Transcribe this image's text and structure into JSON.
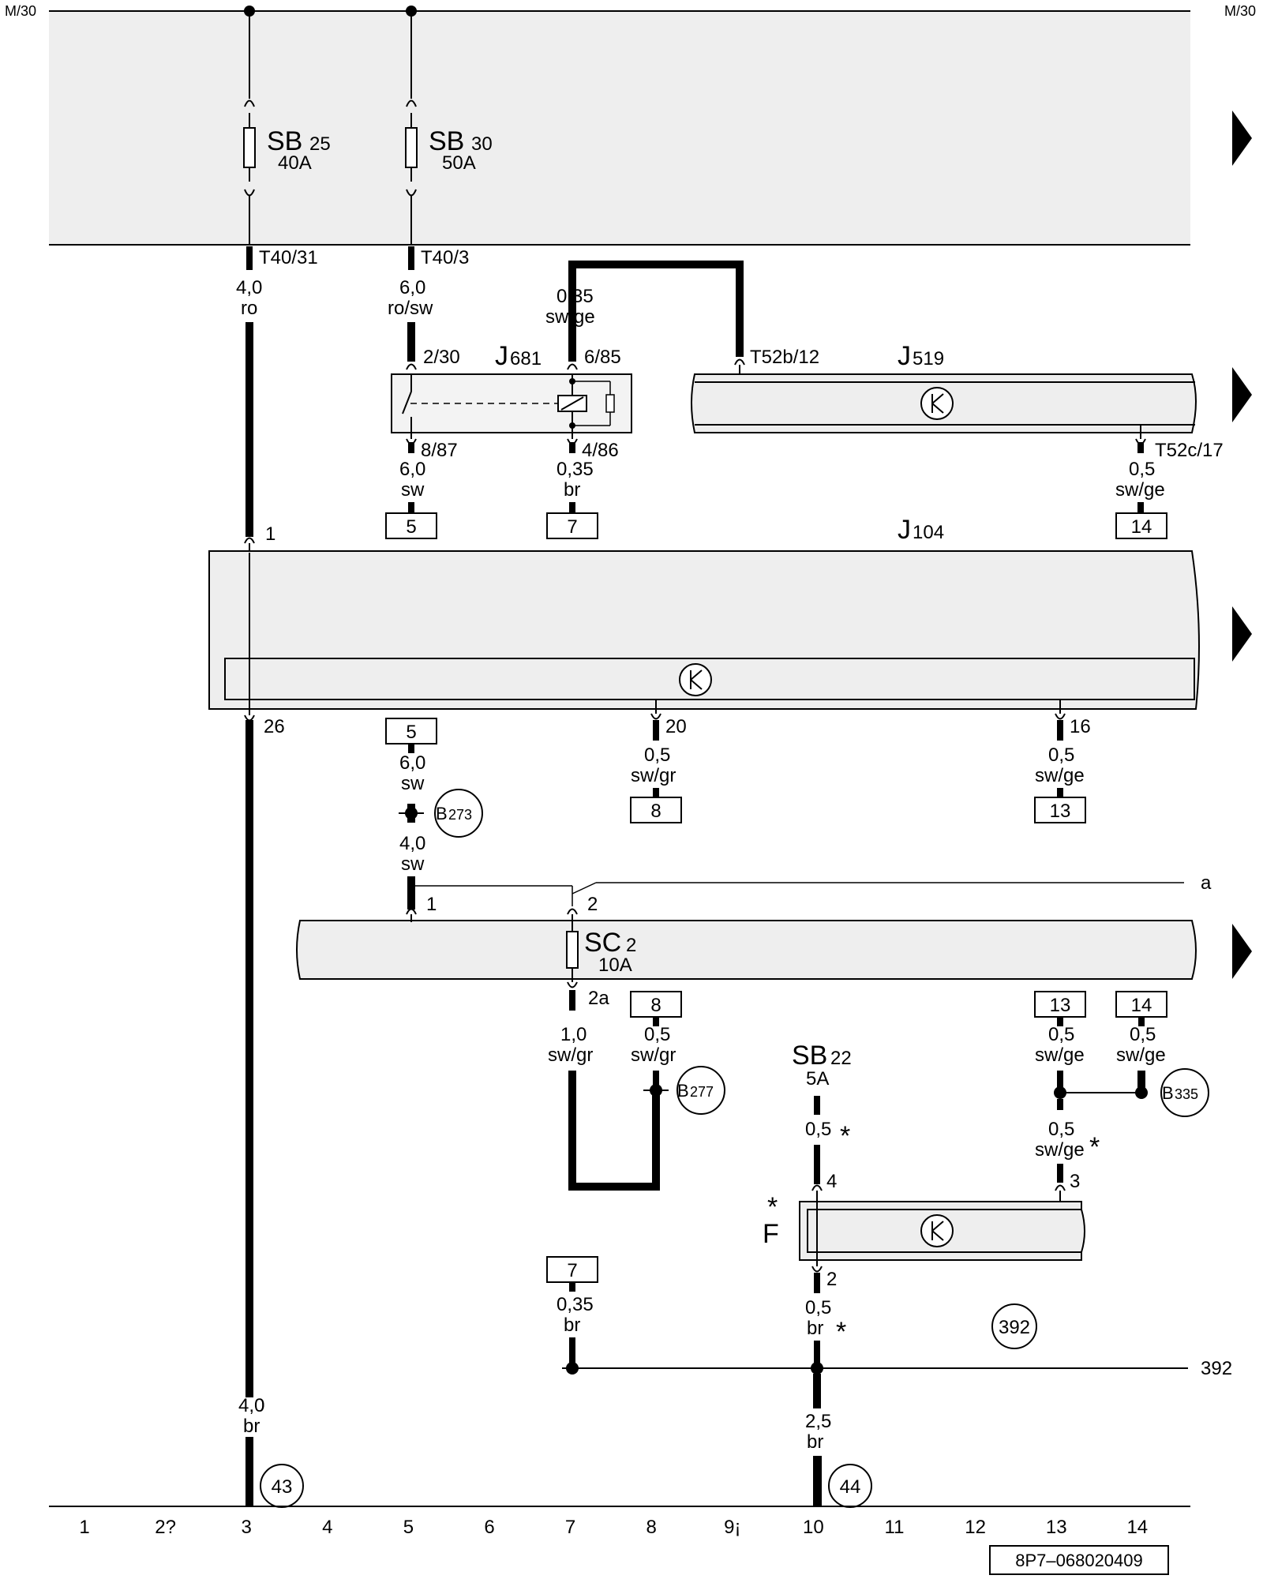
{
  "rails": {
    "left_label": "M/30",
    "right_label": "M/30"
  },
  "fuses": {
    "sb25": {
      "name": "SB",
      "sub": "25",
      "amp": "40A"
    },
    "sb30": {
      "name": "SB",
      "sub": "30",
      "amp": "50A"
    },
    "sc2": {
      "name": "SC",
      "sub": "2",
      "amp": "10A"
    },
    "sb22": {
      "name": "SB",
      "sub": "22",
      "amp": "5A"
    }
  },
  "components": {
    "j681": {
      "name": "J",
      "sub": "681"
    },
    "j519": {
      "name": "J",
      "sub": "519"
    },
    "j104": {
      "name": "J",
      "sub": "104"
    },
    "f": {
      "name": "F",
      "star": "*"
    }
  },
  "connectors": {
    "t40_31": "T40/31",
    "t40_3": "T40/3",
    "t52b_12": "T52b/12",
    "t52c_17": "T52c/17",
    "p2_30": "2/30",
    "p6_85": "6/85",
    "p8_87": "8/87",
    "p4_86": "4/86",
    "p1": "1",
    "p26": "26",
    "p20": "20",
    "p16": "16",
    "sc_1": "1",
    "sc_2": "2",
    "sc_2a": "2a",
    "f_4": "4",
    "f_3": "3",
    "f_2": "2"
  },
  "wires": {
    "w_c3_top": {
      "size": "4,0",
      "color": "ro"
    },
    "w_c5_top": {
      "size": "6,0",
      "color": "ro/sw"
    },
    "w_j681_in": {
      "size": "0,35",
      "color": "sw/ge"
    },
    "w_8_87": {
      "size": "6,0",
      "color": "sw"
    },
    "w_4_86": {
      "size": "0,35",
      "color": "br"
    },
    "w_t52c": {
      "size": "0,5",
      "color": "sw/ge"
    },
    "w_c5_mid": {
      "size": "6,0",
      "color": "sw"
    },
    "w_c5_b": {
      "size": "4,0",
      "color": "sw"
    },
    "w_p20": {
      "size": "0,5",
      "color": "sw/gr"
    },
    "w_p16": {
      "size": "0,5",
      "color": "sw/ge"
    },
    "w_2a": {
      "size": "1,0",
      "color": "sw/gr"
    },
    "w_c8_low": {
      "size": "0,5",
      "color": "sw/gr"
    },
    "w_c13_low": {
      "size": "0,5",
      "color": "sw/ge"
    },
    "w_c14_low": {
      "size": "0,5",
      "color": "sw/ge"
    },
    "w_f3": {
      "size": "0,5",
      "color": "sw/ge",
      "star": "*"
    },
    "w_f4": {
      "size": "0,5",
      "star": "*"
    },
    "w_f2": {
      "size": "0,5",
      "color": "br",
      "star": "*"
    },
    "w_c7_low": {
      "size": "0,35",
      "color": "br"
    },
    "w_c3_bot": {
      "size": "4,0",
      "color": "br"
    },
    "w_c10_bot": {
      "size": "2,5",
      "color": "br"
    }
  },
  "refboxes": {
    "b5_top": "5",
    "b7_top": "7",
    "b14_top": "14",
    "b5_mid": "5",
    "b8_mid": "8",
    "b13_mid": "13",
    "b8_low": "8",
    "b13_low": "13",
    "b14_low": "14",
    "b7_low": "7"
  },
  "ground_points": {
    "b273": {
      "name": "B",
      "sub": "273"
    },
    "b277": {
      "name": "B",
      "sub": "277"
    },
    "b335": {
      "name": "B",
      "sub": "335"
    }
  },
  "circled_refs": {
    "r43": "43",
    "r44": "44",
    "r392": "392"
  },
  "line_labels": {
    "a": "a",
    "l392": "392"
  },
  "columns": [
    "1",
    "2?",
    "3",
    "4",
    "5",
    "6",
    "7",
    "8",
    "9¡",
    "10",
    "11",
    "12",
    "13",
    "14"
  ],
  "doc_id": "8P7–068020409"
}
